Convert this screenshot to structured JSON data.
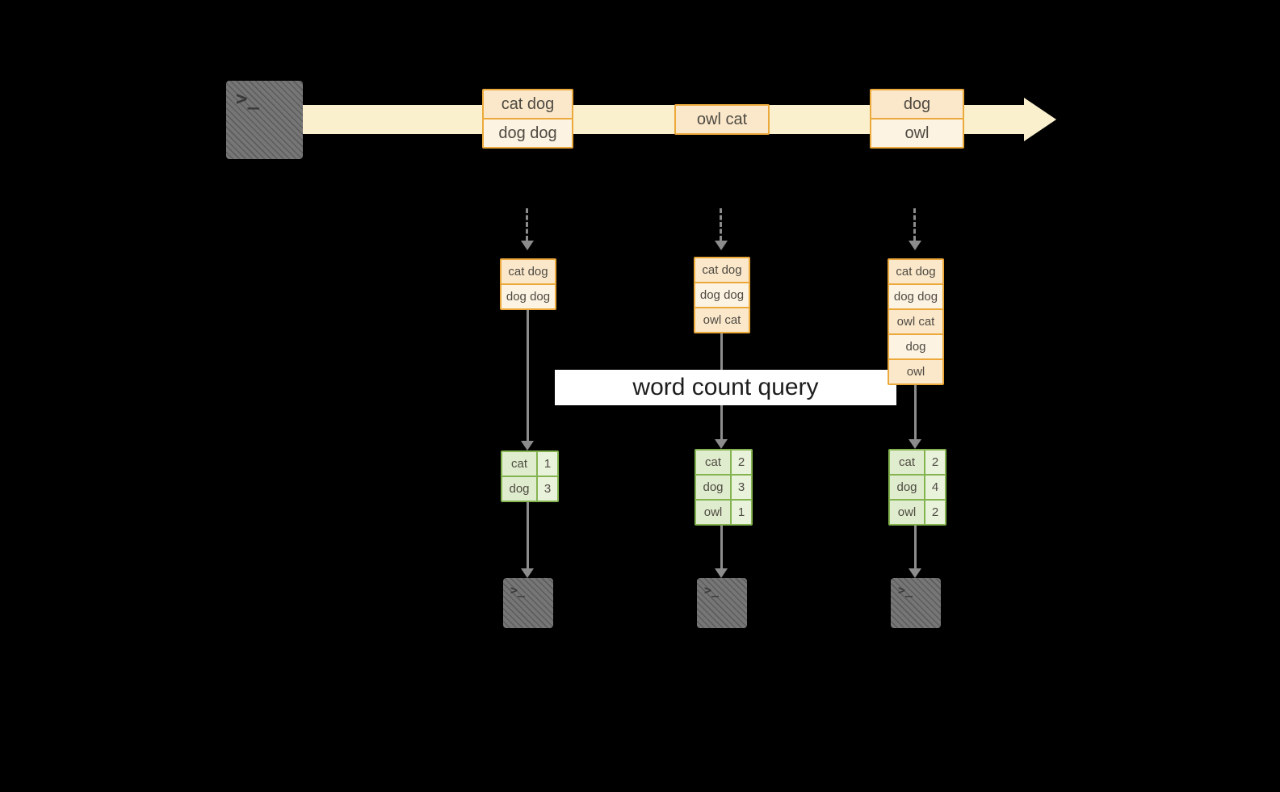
{
  "title_banner": {
    "label": "word count query"
  },
  "stream": {
    "events": [
      {
        "lines": [
          "cat dog",
          "dog dog"
        ]
      },
      {
        "lines": [
          "owl cat"
        ]
      },
      {
        "lines": [
          "dog",
          "owl"
        ]
      }
    ]
  },
  "windows": [
    {
      "items": [
        "cat dog",
        "dog dog"
      ]
    },
    {
      "items": [
        "cat dog",
        "dog dog",
        "owl cat"
      ]
    },
    {
      "items": [
        "cat dog",
        "dog dog",
        "owl cat",
        "dog",
        "owl"
      ]
    }
  ],
  "counts": [
    {
      "rows": [
        {
          "word": "cat",
          "count": "1"
        },
        {
          "word": "dog",
          "count": "3"
        }
      ]
    },
    {
      "rows": [
        {
          "word": "cat",
          "count": "2"
        },
        {
          "word": "dog",
          "count": "3"
        },
        {
          "word": "owl",
          "count": "1"
        }
      ]
    },
    {
      "rows": [
        {
          "word": "cat",
          "count": "2"
        },
        {
          "word": "dog",
          "count": "4"
        },
        {
          "word": "owl",
          "count": "2"
        }
      ]
    }
  ],
  "terminal": {
    "prompt": ">_"
  },
  "colors": {
    "background": "#000000",
    "stream_band": "#faf0cd",
    "event_border": "#eca93b",
    "event_fill_a": "#fbe8cb",
    "event_fill_b": "#fdf3e2",
    "table_border": "#84b450",
    "table_fill_word": "#dfeccd",
    "table_fill_num": "#e9f2db",
    "arrow_gray": "#8c8c8c",
    "terminal_gray": "#767676",
    "banner_bg": "#ffffff"
  }
}
